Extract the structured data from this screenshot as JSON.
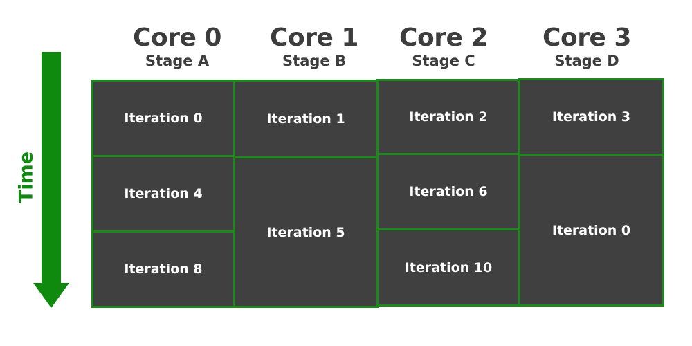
{
  "cores": [
    {
      "title": "Core 0",
      "stage": "Stage A"
    },
    {
      "title": "Core 1",
      "stage": "Stage B"
    },
    {
      "title": "Core 2",
      "stage": "Stage C"
    },
    {
      "title": "Core 3",
      "stage": "Stage D"
    }
  ],
  "cells": [
    {
      "label": "Iteration 0"
    },
    {
      "label": "Iteration 4"
    },
    {
      "label": "Iteration 8"
    },
    {
      "label": "Iteration 1"
    },
    {
      "label": "Iteration 5"
    },
    {
      "label": "Iteration 2"
    },
    {
      "label": "Iteration 6"
    },
    {
      "label": "Iteration 10"
    },
    {
      "label": "Iteration 3"
    },
    {
      "label": "Iteration 0"
    }
  ],
  "time_label": "Time",
  "colors": {
    "accent_green": "#0f8a0f",
    "cell_fill": "#404040",
    "cell_border": "#1b8a1b",
    "heading_text": "#3d3d3d",
    "cell_text": "#ffffff"
  },
  "icons": {
    "time_arrow": "arrow-down-icon"
  }
}
